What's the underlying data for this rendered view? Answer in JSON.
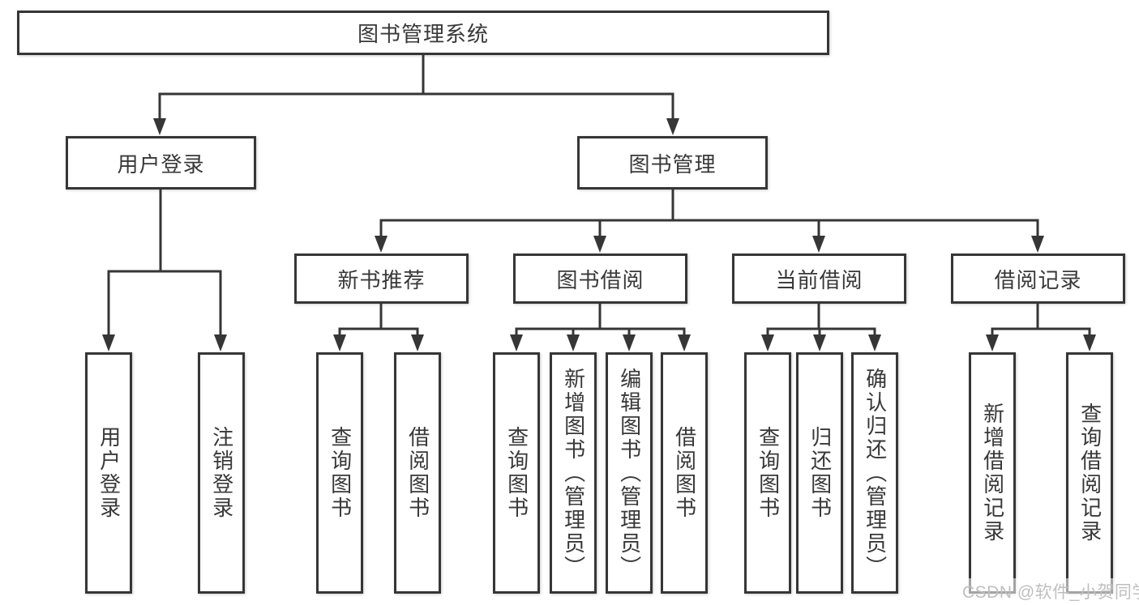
{
  "diagram": {
    "root": {
      "label": "图书管理系统"
    },
    "branches": [
      {
        "label": "用户登录",
        "leaves": [
          {
            "label": "用户登录"
          },
          {
            "label": "注销登录"
          }
        ]
      },
      {
        "label": "图书管理",
        "groups": [
          {
            "label": "新书推荐",
            "leaves": [
              {
                "label": "查询图书"
              },
              {
                "label": "借阅图书"
              }
            ]
          },
          {
            "label": "图书借阅",
            "leaves": [
              {
                "label": "查询图书"
              },
              {
                "label": "新增图书（管理员）"
              },
              {
                "label": "编辑图书（管理员）"
              },
              {
                "label": "借阅图书"
              }
            ]
          },
          {
            "label": "当前借阅",
            "leaves": [
              {
                "label": "查询图书"
              },
              {
                "label": "归还图书"
              },
              {
                "label": "确认归还（管理员）"
              }
            ]
          },
          {
            "label": "借阅记录",
            "leaves": [
              {
                "label": "新增借阅记录"
              },
              {
                "label": "查询借阅记录"
              }
            ]
          }
        ]
      }
    ]
  },
  "watermark": {
    "text": "CSDN @软件_小贺同学"
  },
  "colors": {
    "line": "#363636",
    "text": "#383838",
    "background": "#ffffff",
    "watermark": "#bfbfbf"
  }
}
